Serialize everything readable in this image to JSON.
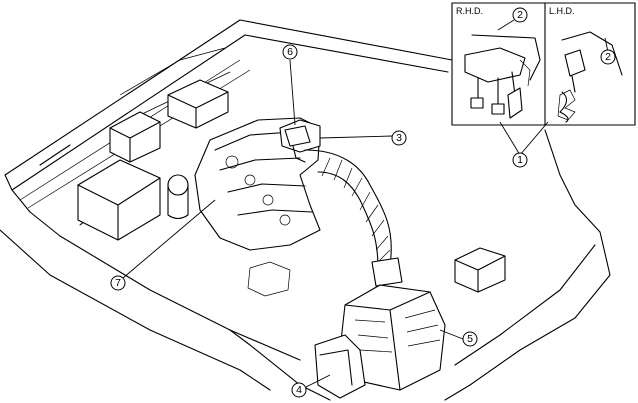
{
  "inset_panels": [
    {
      "id": "rhd",
      "label": "R.H.D."
    },
    {
      "id": "lhd",
      "label": "L.H.D."
    }
  ],
  "callouts": [
    {
      "id": "c1",
      "number": "1"
    },
    {
      "id": "c2a",
      "number": "2"
    },
    {
      "id": "c2b",
      "number": "2"
    },
    {
      "id": "c3",
      "number": "3"
    },
    {
      "id": "c4",
      "number": "4"
    },
    {
      "id": "c5",
      "number": "5"
    },
    {
      "id": "c6",
      "number": "6"
    },
    {
      "id": "c7",
      "number": "7"
    }
  ]
}
